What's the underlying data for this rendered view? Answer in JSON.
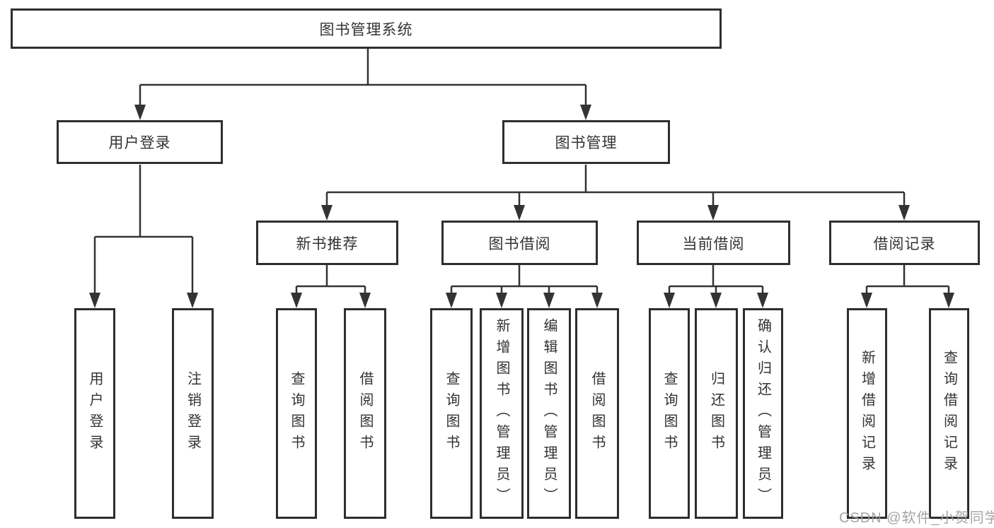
{
  "tree": {
    "label": "图书管理系统",
    "children": [
      {
        "label": "用户登录",
        "children": [
          {
            "label": "用户登录"
          },
          {
            "label": "注销登录"
          }
        ]
      },
      {
        "label": "图书管理",
        "children": [
          {
            "label": "新书推荐",
            "children": [
              {
                "label": "查询图书"
              },
              {
                "label": "借阅图书"
              }
            ]
          },
          {
            "label": "图书借阅",
            "children": [
              {
                "label": "查询图书"
              },
              {
                "label": "新增图书（管理员）"
              },
              {
                "label": "编辑图书（管理员）"
              },
              {
                "label": "借阅图书"
              }
            ]
          },
          {
            "label": "当前借阅",
            "children": [
              {
                "label": "查询图书"
              },
              {
                "label": "归还图书"
              },
              {
                "label": "确认归还（管理员）"
              }
            ]
          },
          {
            "label": "借阅记录",
            "children": [
              {
                "label": "新增借阅记录"
              },
              {
                "label": "查询借阅记录"
              }
            ]
          }
        ]
      }
    ]
  },
  "watermark": {
    "text": "CSDN @软件_小贺同学"
  },
  "colors": {
    "line": "#333333",
    "box_border": "#2e2e2e",
    "text": "#333333",
    "watermark": "#9e9e9e",
    "background": "#ffffff"
  }
}
